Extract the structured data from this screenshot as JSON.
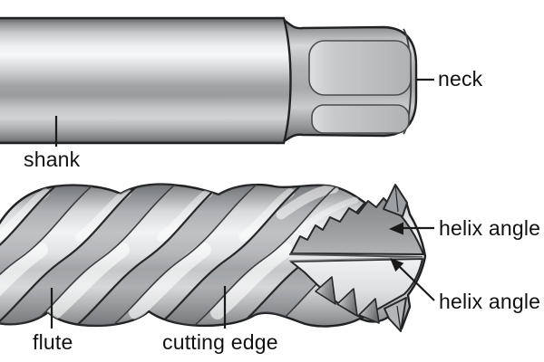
{
  "diagram": {
    "subject": "tap tool parts diagram",
    "labels": {
      "shank": "shank",
      "neck": "neck",
      "flute": "flute",
      "cutting_edge": "cutting edge",
      "helix_angle_top": "helix angle",
      "helix_angle_bottom": "helix angle"
    },
    "colors": {
      "background": "#ffffff",
      "outline": "#1f2123",
      "label_text": "#111111",
      "metal_light": "#f2f3f4",
      "metal_mid": "#aaacae",
      "metal_dark": "#6a6c6e"
    }
  }
}
